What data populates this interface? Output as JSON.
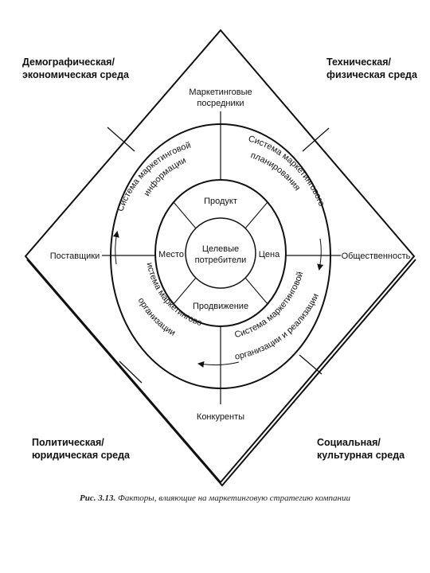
{
  "corners": {
    "top_left": {
      "line1": "Демографическая/",
      "line2": "экономическая среда"
    },
    "top_right": {
      "line1": "Техническая/",
      "line2": "физическая среда"
    },
    "bottom_left": {
      "line1": "Политическая/",
      "line2": "юридическая среда"
    },
    "bottom_right": {
      "line1": "Социальная/",
      "line2": "культурная среда"
    }
  },
  "micro": {
    "top_line1": "Маркетинговые",
    "top_line2": "посредники",
    "left": "Поставщики",
    "right": "Общественность",
    "bottom": "Конкуренты"
  },
  "systems": {
    "info_line1": "Система маркетинговой",
    "info_line2": "информации",
    "plan_line1": "Система маркетингового",
    "plan_line2": "планирования",
    "org_line1": "Система маркетинговой",
    "org_line2": "организации",
    "impl_line1": "Система маркетинговой",
    "impl_line2": "организации и реализации"
  },
  "mix": {
    "product": "Продукт",
    "place": "Место",
    "price": "Цена",
    "promotion": "Продвижение"
  },
  "center": {
    "line1": "Целевые",
    "line2": "потребители"
  },
  "caption": {
    "fig": "Рис. 3.13.",
    "text": "Факторы, влияющие на маркетинговую стратегию компании"
  }
}
